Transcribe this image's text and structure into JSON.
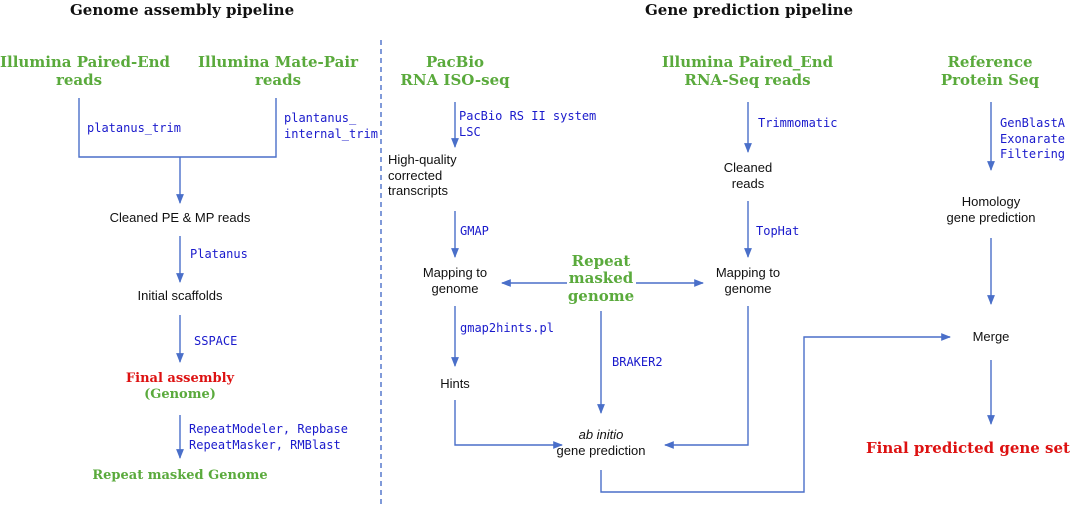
{
  "titles": {
    "genome_assembly": "Genome assembly pipeline",
    "gene_prediction": "Gene prediction pipeline"
  },
  "colors": {
    "source_green": "#5aaa3c",
    "tool_blue": "#1a1acc",
    "final_red": "#dd1111",
    "arrow_blue": "#4a6fc9",
    "text_black": "#111111"
  },
  "assembly": {
    "pe_reads": [
      "Illumina Paired-End",
      "reads"
    ],
    "mp_reads": [
      "Illumina Mate-Pair",
      "reads"
    ],
    "pe_tool": "platanus_trim",
    "mp_tool": [
      "plantanus_",
      "internal_trim"
    ],
    "cleaned": "Cleaned PE & MP reads",
    "platanus_tool": "Platanus",
    "scaffolds": "Initial scaffolds",
    "sspace_tool": "SSPACE",
    "final_assembly": "Final assembly",
    "final_genome": "(Genome)",
    "repeat_tools": [
      "RepeatModeler, Repbase",
      "RepeatMasker, RMBlast"
    ],
    "repeat_masked": "Repeat masked Genome"
  },
  "prediction": {
    "pacbio": [
      "PacBio",
      "RNA ISO-seq"
    ],
    "pacbio_tools": [
      "PacBio RS II system",
      "LSC"
    ],
    "hq_transcripts": [
      "High-quality",
      "corrected",
      "transcripts"
    ],
    "gmap_tool": "GMAP",
    "mapping_left": [
      "Mapping to",
      "genome"
    ],
    "gmap2hints_tool": "gmap2hints.pl",
    "hints": "Hints",
    "repeat_masked": [
      "Repeat",
      "masked",
      "genome"
    ],
    "braker_tool": "BRAKER2",
    "ab_initio": [
      "ab initio",
      "gene prediction"
    ],
    "rnaseq": [
      "Illumina Paired_End",
      "RNA-Seq reads"
    ],
    "trimmomatic_tool": "Trimmomatic",
    "cleaned_reads": [
      "Cleaned",
      "reads"
    ],
    "tophat_tool": "TopHat",
    "mapping_right": [
      "Mapping to",
      "genome"
    ],
    "reference": [
      "Reference",
      "Protein Seq"
    ],
    "protein_tools": [
      "GenBlastA",
      "Exonarate",
      "Filtering"
    ],
    "homology": [
      "Homology",
      "gene prediction"
    ],
    "merge": "Merge",
    "final_set": "Final predicted gene set"
  }
}
